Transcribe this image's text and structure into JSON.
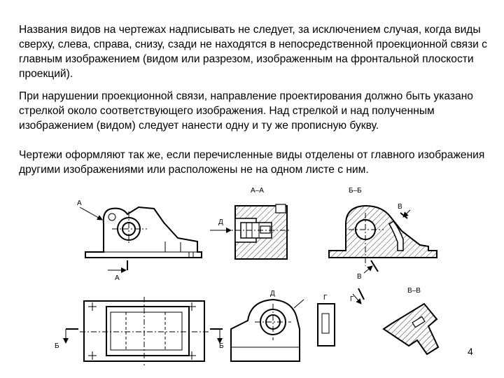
{
  "text": {
    "paragraph1": "Названия видов на чертежах надписывать не следует, за исключением случая, когда виды сверху, слева, справа, снизу, сзади не находятся в непосредственной проекционной связи с главным изображением (видом или разрезом, изображенным на фронтальной плоскости проекций).",
    "paragraph2": "При нарушении проекционной связи, направление проектирования должно быть указано стрелкой около соответствующего изображения. Над стрелкой и над полученным изображением (видом) следует нанести одну и ту же прописную букву.",
    "paragraph3": "Чертежи оформляют так же, если перечисленные виды отделены от главного изображения другими изображениями или расположены не на одном листе с ним."
  },
  "drawing_labels": {
    "a_top": "А",
    "a_bottom": "А",
    "section_aa": "А–А",
    "section_bb": "Б–Б",
    "d_arrow": "Д",
    "v_top": "В",
    "v_bottom": "В",
    "b_left": "Б",
    "b_right": "Б",
    "view_d": "Д",
    "view_g": "Г",
    "g_arrow": "Г",
    "section_vv": "В–В"
  },
  "slide_number": "4"
}
